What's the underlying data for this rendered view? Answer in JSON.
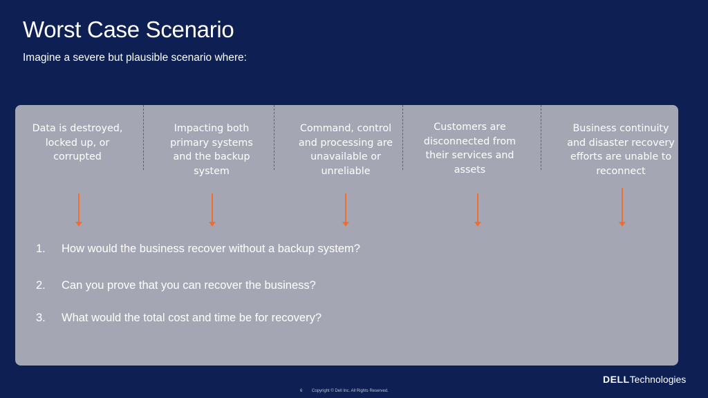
{
  "slide": {
    "title": "Worst Case Scenario",
    "subtitle": "Imagine a severe but plausible scenario where:"
  },
  "columns": [
    {
      "text": "Data is destroyed, locked up, or corrupted"
    },
    {
      "text": "Impacting both primary systems and the backup system"
    },
    {
      "text": "Command, control and processing are unavailable or unreliable"
    },
    {
      "text": "Customers are disconnected from their services and assets"
    },
    {
      "text": "Business continuity and disaster recovery efforts are unable to reconnect"
    }
  ],
  "questions": [
    {
      "num": "1.",
      "text": "How would the business recover without a backup system?"
    },
    {
      "num": "2.",
      "text": "Can you prove that you can recover the business?"
    },
    {
      "num": "3.",
      "text": "What would the total cost and time be for recovery?"
    }
  ],
  "footer": {
    "page": "6",
    "copyright": "Copyright © Dell Inc. All Rights Reserved."
  },
  "logo": {
    "brand": "DELL",
    "product": "Technologies"
  },
  "colors": {
    "background": "#0d1f53",
    "panel": "#a4a7b3",
    "arrow": "#ef6d33",
    "text": "#ffffff"
  }
}
